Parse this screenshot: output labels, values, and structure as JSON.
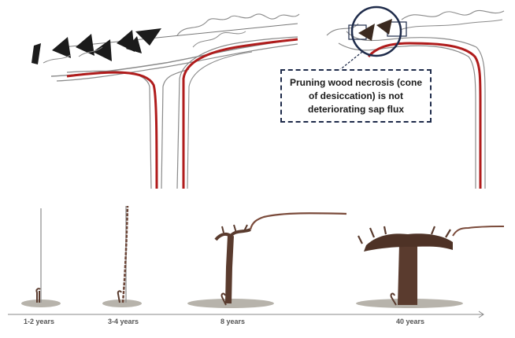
{
  "callout": {
    "lines": [
      "Pruning wood necrosis (cone",
      "of desiccation) is not",
      "deteriorating sap flux"
    ]
  },
  "timeline": {
    "labels": [
      "1-2 years",
      "3-4 years",
      "8 years",
      "40 years"
    ]
  },
  "colors": {
    "sap_flow": "#b01c1c",
    "outline": "#8a8a8a",
    "trunk": "#5a3b2e",
    "soil": "#b7b3ab",
    "necrosis": "#1b1b1b",
    "callout_border": "#1e2b4a"
  }
}
